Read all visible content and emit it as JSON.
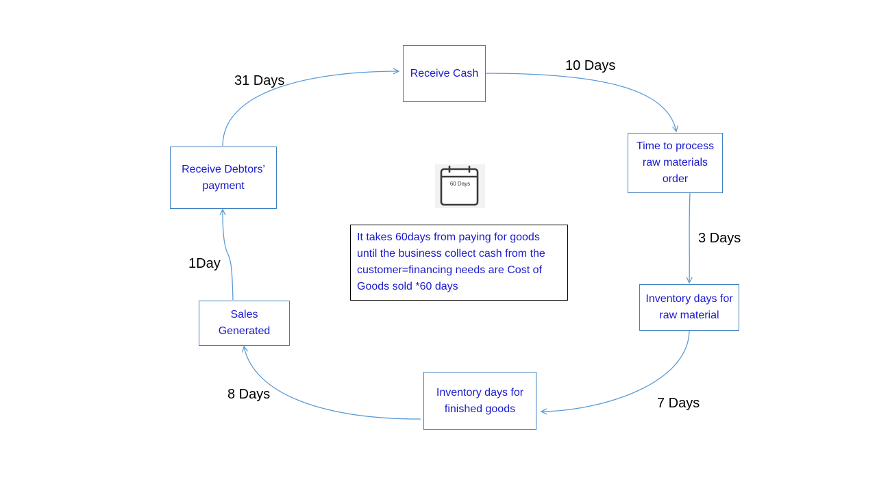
{
  "nodes": {
    "receive_cash": "Receive Cash",
    "process_order": "Time to process raw materials order",
    "inventory_raw": "Inventory days for raw material",
    "inventory_finished": "Inventory days for finished goods",
    "sales_generated": "Sales Generated",
    "receive_debtors": "Receive Debtors’ payment"
  },
  "durations": {
    "cash_to_order": "10 Days",
    "order_to_raw": "3 Days",
    "raw_to_finished": "7 Days",
    "finished_to_sales": "8 Days",
    "sales_to_debtors": "1Day",
    "debtors_to_cash": "31 Days"
  },
  "calendar": {
    "label": "60 Days",
    "icon": "calendar-icon"
  },
  "note": {
    "text": "It takes 60days from paying for goods until the business collect cash from the customer=financing needs are Cost of Goods sold *60 days"
  },
  "colors": {
    "connector": "#5b9bd5",
    "node_border": "#3f7fbf",
    "node_text": "#1a1acc"
  }
}
